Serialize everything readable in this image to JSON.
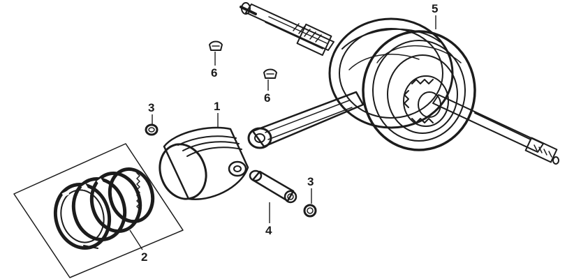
{
  "callouts": [
    {
      "id": "piston",
      "label": "1"
    },
    {
      "id": "piston-rings",
      "label": "2"
    },
    {
      "id": "pin-clip-upper",
      "label": "3"
    },
    {
      "id": "pin-clip-lower",
      "label": "3"
    },
    {
      "id": "piston-pin",
      "label": "4"
    },
    {
      "id": "crankshaft",
      "label": "5"
    },
    {
      "id": "key-left",
      "label": "6"
    },
    {
      "id": "key-right",
      "label": "6"
    }
  ],
  "colors": {
    "ink": "#1c1c1c",
    "paper": "#ffffff"
  }
}
